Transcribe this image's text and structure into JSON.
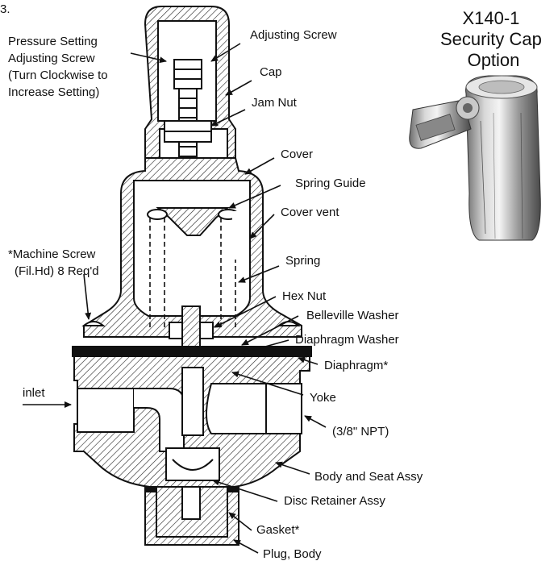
{
  "figure_number_fragment": "3.",
  "labels": {
    "pressure_setting": [
      "Pressure Setting",
      "Adjusting Screw",
      "(Turn Clockwise to",
      "Increase Setting)"
    ],
    "adjusting_screw": "Adjusting Screw",
    "cap": "Cap",
    "jam_nut": "Jam Nut",
    "cover": "Cover",
    "spring_guide": "Spring Guide",
    "cover_vent": "Cover vent",
    "machine_screw": [
      "*Machine Screw",
      "(Fil.Hd) 8 Req'd"
    ],
    "spring": "Spring",
    "hex_nut": "Hex Nut",
    "belleville_washer": "Belleville Washer",
    "diaphragm_washer": "Diaphragm Washer",
    "diaphragm": "Diaphragm*",
    "inlet": "inlet",
    "yoke": "Yoke",
    "npt": "(3/8\" NPT)",
    "body_seat": "Body and Seat Assy",
    "disc_retainer": "Disc Retainer Assy",
    "gasket": "Gasket*",
    "plug_body": "Plug, Body"
  },
  "security_cap": {
    "title": [
      "X140-1",
      "Security Cap",
      "Option"
    ]
  }
}
